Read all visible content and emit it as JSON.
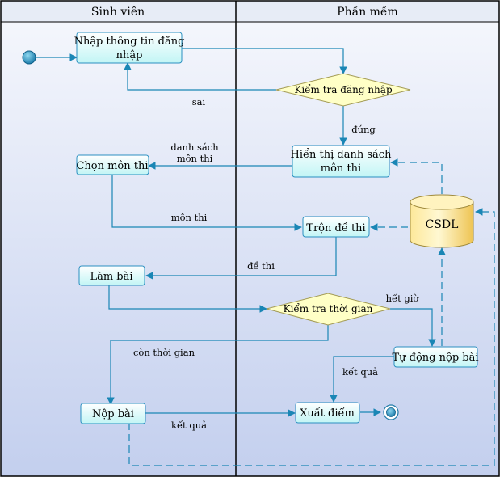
{
  "lanes": [
    {
      "id": "student",
      "label": "Sinh viên"
    },
    {
      "id": "software",
      "label": "Phần mềm"
    }
  ],
  "nodes": {
    "login_input": {
      "lines": [
        "Nhập thông tin đăng",
        "nhập"
      ]
    },
    "login_check": {
      "lines": [
        "Kiểm tra đăng nhập"
      ]
    },
    "show_list": {
      "lines": [
        "Hiển thị danh sách",
        "môn thi"
      ]
    },
    "choose_subject": {
      "lines": [
        "Chọn môn thi"
      ]
    },
    "mix_exam": {
      "lines": [
        "Trộn đề thi"
      ]
    },
    "database": {
      "lines": [
        "CSDL"
      ]
    },
    "do_exam": {
      "lines": [
        "Làm bài"
      ]
    },
    "time_check": {
      "lines": [
        "Kiểm tra thời gian"
      ]
    },
    "auto_submit": {
      "lines": [
        "Tự động nộp bài"
      ]
    },
    "submit": {
      "lines": [
        "Nộp bài"
      ]
    },
    "show_score": {
      "lines": [
        "Xuất điểm"
      ]
    }
  },
  "edge_labels": {
    "wrong": [
      "sai"
    ],
    "correct": [
      "đúng"
    ],
    "subject_list": [
      "danh sách",
      "môn thi"
    ],
    "subject": [
      "môn thi"
    ],
    "exam": [
      "đề thi"
    ],
    "timeout": [
      "hết giờ"
    ],
    "time_left": [
      "còn thời gian"
    ],
    "result_auto": [
      "kết quả"
    ],
    "result_manual": [
      "kết quả"
    ]
  },
  "colors": {
    "lane_header": "#e7ecf6",
    "lane_body_top": "#f2f4fb",
    "lane_body_bottom": "#c6d1ee",
    "activity_fill_top": "#ffffff",
    "activity_fill_bottom": "#c5f6f6",
    "activity_stroke": "#2a8fc0",
    "decision_fill": "#ffffc6",
    "decision_stroke": "#a39b55",
    "database_fill_top": "#fff6c4",
    "database_fill_bottom": "#f2cd5e",
    "database_stroke": "#9f8a3c",
    "edge": "#1a86b5",
    "border": "#000000"
  }
}
